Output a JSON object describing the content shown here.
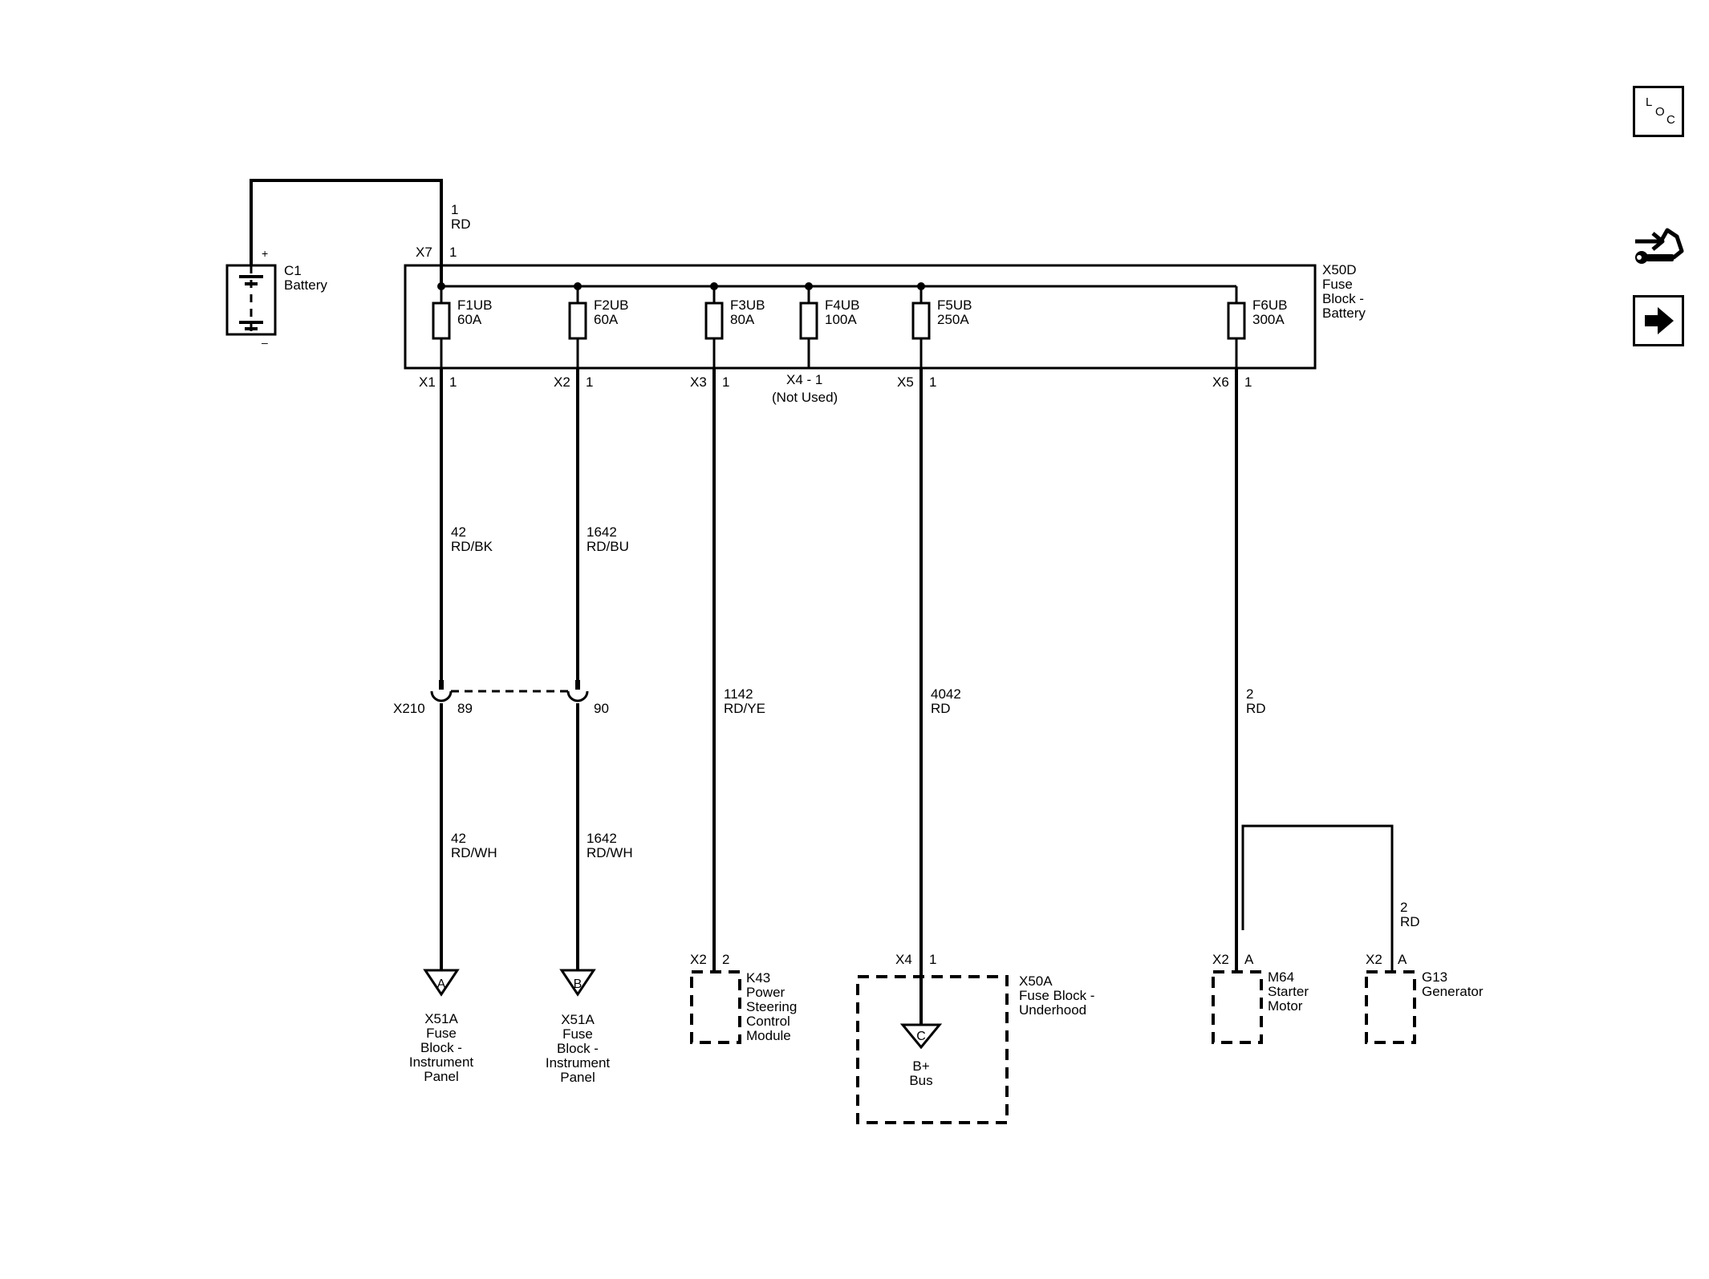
{
  "toolbar": {
    "loc_letters": [
      "L",
      "O",
      "C"
    ],
    "icons": [
      "loc-icon",
      "service-icon",
      "next-arrow-icon"
    ]
  },
  "battery": {
    "ref": "C1",
    "name": "Battery",
    "pos": "+",
    "neg": "–"
  },
  "feed": {
    "circuit": "1",
    "color": "RD",
    "connector": "X7",
    "pin": "1"
  },
  "fuse_block": {
    "ref": "X50D",
    "name_lines": [
      "Fuse",
      "Block -",
      "Battery"
    ]
  },
  "fuses": [
    {
      "name": "F1UB",
      "rating": "60A",
      "conn": "X1",
      "pin": "1"
    },
    {
      "name": "F2UB",
      "rating": "60A",
      "conn": "X2",
      "pin": "1"
    },
    {
      "name": "F3UB",
      "rating": "80A",
      "conn": "X3",
      "pin": "1"
    },
    {
      "name": "F4UB",
      "rating": "100A",
      "conn": "X4 - 1",
      "note": "(Not Used)"
    },
    {
      "name": "F5UB",
      "rating": "250A",
      "conn": "X5",
      "pin": "1"
    },
    {
      "name": "F6UB",
      "rating": "300A",
      "conn": "X6",
      "pin": "1"
    }
  ],
  "wires": {
    "w42_upper": {
      "circuit": "42",
      "color": "RD/BK"
    },
    "w1642_upper": {
      "circuit": "1642",
      "color": "RD/BU"
    },
    "w42_lower": {
      "circuit": "42",
      "color": "RD/WH"
    },
    "w1642_lower": {
      "circuit": "1642",
      "color": "RD/WH"
    },
    "w1142": {
      "circuit": "1142",
      "color": "RD/YE"
    },
    "w4042": {
      "circuit": "4042",
      "color": "RD"
    },
    "w2_main": {
      "circuit": "2",
      "color": "RD"
    },
    "w2_gen": {
      "circuit": "2",
      "color": "RD"
    }
  },
  "inline_connector": {
    "ref": "X210",
    "pin_a": "89",
    "pin_b": "90"
  },
  "terminals": {
    "a": {
      "letter": "A",
      "lines": [
        "X51A",
        "Fuse",
        "Block -",
        "Instrument",
        "Panel"
      ]
    },
    "b": {
      "letter": "B",
      "lines": [
        "X51A",
        "Fuse",
        "Block -",
        "Instrument",
        "Panel"
      ]
    }
  },
  "k43": {
    "conn": "X2",
    "pin": "2",
    "ref": "K43",
    "lines": [
      "Power",
      "Steering",
      "Control",
      "Module"
    ]
  },
  "x50a": {
    "conn": "X4",
    "pin": "1",
    "ref": "X50A",
    "lines": [
      "Fuse Block -",
      "Underhood"
    ],
    "terminal": "C",
    "bus_lines": [
      "B+",
      "Bus"
    ]
  },
  "m64": {
    "conn": "X2",
    "pin": "A",
    "ref": "M64",
    "lines": [
      "Starter",
      "Motor"
    ]
  },
  "g13": {
    "conn": "X2",
    "pin": "A",
    "ref": "G13",
    "lines": [
      "Generator"
    ]
  }
}
